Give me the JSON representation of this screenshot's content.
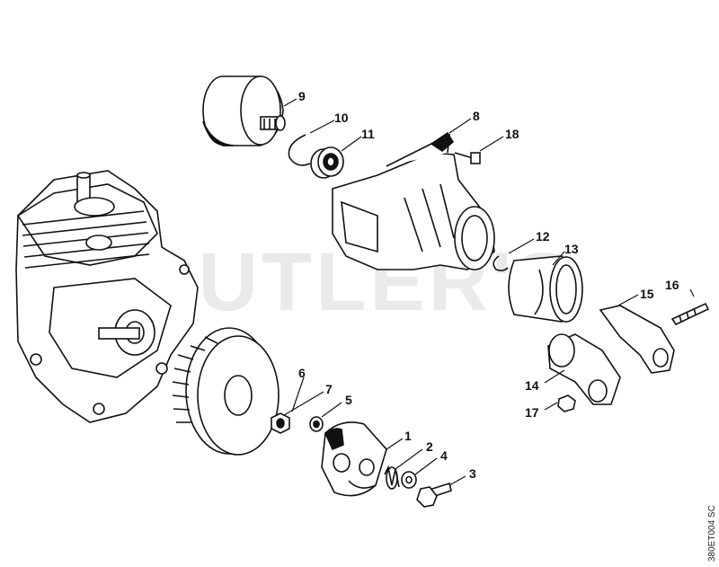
{
  "watermark": "CUTLER'S",
  "doc_id": "380ET004 SC",
  "callouts": [
    "1",
    "2",
    "3",
    "4",
    "5",
    "6",
    "7",
    "8",
    "9",
    "10",
    "11",
    "12",
    "13",
    "14",
    "15",
    "16",
    "17",
    "18"
  ]
}
